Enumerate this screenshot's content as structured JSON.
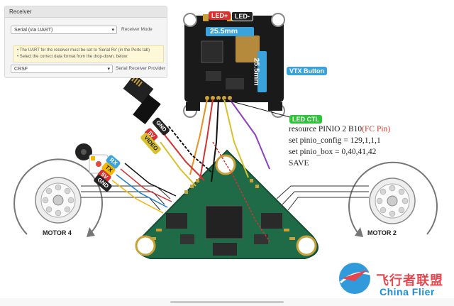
{
  "receiver_panel": {
    "title": "Receiver",
    "mode_value": "Serial (via UART)",
    "mode_label": "Receiver Mode",
    "note_line1": "• The UART for the receiver must be set to 'Serial Rx' (in the Ports tab)",
    "note_line2": "• Select the correct data format from the drop-down, below:",
    "provider_value": "CRSF",
    "provider_label": "Serial Receiver Provider"
  },
  "vtx": {
    "led_plus": "LED+",
    "led_minus": "LED-",
    "width_measure": "25.5mm",
    "height_measure": "25.5mm",
    "vtx_button": "VTX Button",
    "led_ctl": "LED CTL"
  },
  "receiver_wires": [
    "GND",
    "5V",
    "VIDEO"
  ],
  "buzzer_wires": [
    "RX",
    "TX",
    "5V",
    "GND"
  ],
  "cli": {
    "line1_prefix": "resource PINIO 2 B10",
    "line1_pin": "(FC Pin)",
    "line2": "set pinio_config = 129,1,1,1",
    "line3": "set pinio_box = 0,40,41,42",
    "line4": "SAVE"
  },
  "motors": {
    "left": "MOTOR 4",
    "right": "MOTOR 2"
  },
  "watermark": {
    "chinese": "飞行者联盟",
    "english": "China Flier"
  },
  "colors": {
    "pcb_green": "#1f6b48",
    "vtx_black": "#1a1a1a",
    "measure_blue": "#3aa3dc",
    "led_green": "#2fc43a",
    "fc_pin_red": "#d73a2a"
  }
}
